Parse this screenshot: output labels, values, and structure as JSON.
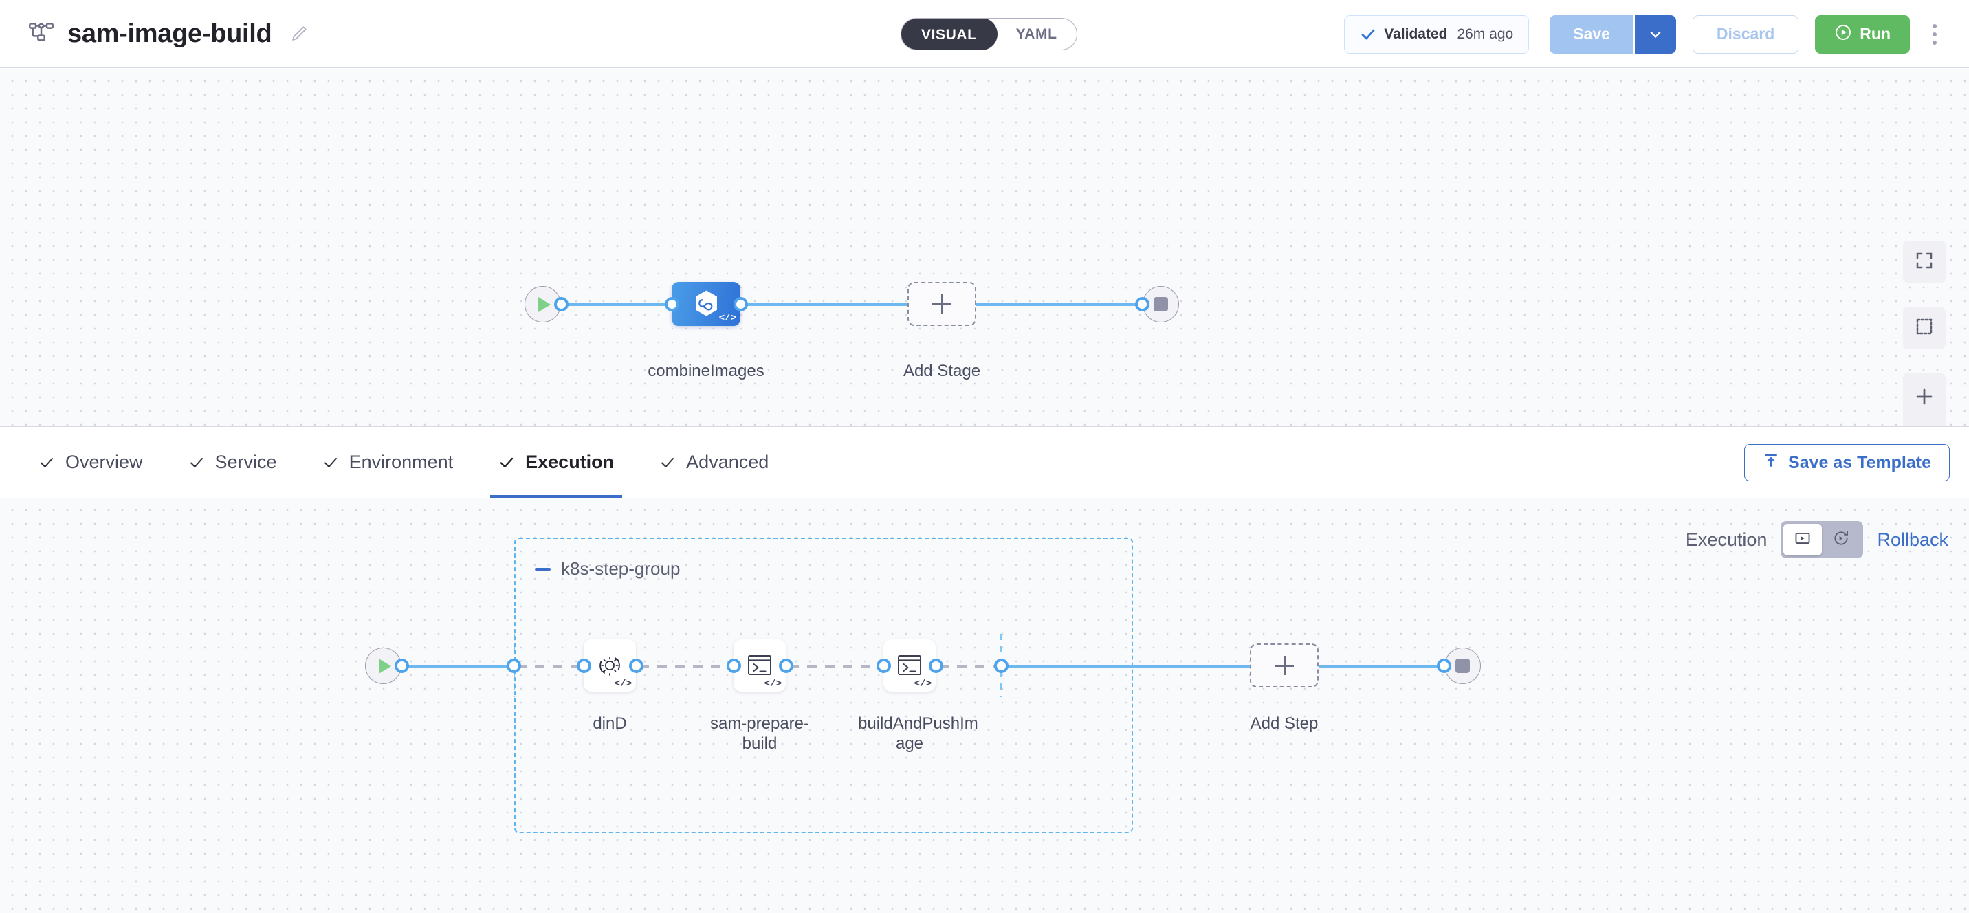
{
  "header": {
    "pipeline_icon": "pipeline-flow-icon",
    "title": "sam-image-build",
    "edit_icon": "pencil-icon",
    "mode_toggle": {
      "visual": "VISUAL",
      "yaml": "YAML",
      "selected": "VISUAL"
    },
    "validation": {
      "icon": "check-icon",
      "label": "Validated",
      "time": "26m ago"
    },
    "save_label": "Save",
    "save_caret_icon": "chevron-down-icon",
    "discard_label": "Discard",
    "run_label": "Run",
    "run_icon": "play-circle-icon",
    "more_icon": "kebab-menu-icon"
  },
  "stage_canvas": {
    "start_icon": "play-icon",
    "end_icon": "stop-icon",
    "stage": {
      "label": "combineImages",
      "logo_icon": "harness-hexagon-logo",
      "code_badge": "</>"
    },
    "add_stage": {
      "label": "Add Stage",
      "icon": "plus-icon"
    },
    "controls": [
      {
        "name": "fit-to-screen",
        "icon": "fullscreen-icon"
      },
      {
        "name": "selection-box",
        "icon": "marquee-select-icon"
      },
      {
        "name": "zoom-in",
        "icon": "plus-icon"
      },
      {
        "name": "zoom-out",
        "icon": "minus-icon"
      }
    ]
  },
  "tabs": [
    {
      "label": "Overview",
      "icon": "check-icon",
      "active": false
    },
    {
      "label": "Service",
      "icon": "check-icon",
      "active": false
    },
    {
      "label": "Environment",
      "icon": "check-icon",
      "active": false
    },
    {
      "label": "Execution",
      "icon": "check-icon",
      "active": true
    },
    {
      "label": "Advanced",
      "icon": "check-icon",
      "active": false
    }
  ],
  "save_as_template": {
    "label": "Save as Template",
    "icon": "template-upload-icon"
  },
  "exec_toggle": {
    "left_label": "Execution",
    "right_label": "Rollback",
    "exec_icon": "execution-play-icon",
    "rollback_icon": "rollback-rotate-icon",
    "selected": "Execution"
  },
  "step_canvas": {
    "start_icon": "play-icon",
    "end_icon": "stop-icon",
    "step_group": {
      "title": "k8s-step-group",
      "collapse_icon": "minus-icon",
      "steps": [
        {
          "label": "dinD",
          "icon": "gear-rotate-icon",
          "code_badge": "</>"
        },
        {
          "label": "sam-prepare-\nbuild",
          "icon": "terminal-icon",
          "code_badge": "</>"
        },
        {
          "label": "buildAndPushIm\nage",
          "icon": "terminal-icon",
          "code_badge": "</>"
        }
      ]
    },
    "add_step": {
      "label": "Add Step",
      "icon": "plus-icon"
    }
  },
  "colors": {
    "accent_blue": "#3b6ec9",
    "link_blue": "#6cb8ef",
    "run_green": "#60ba62",
    "stage_blue": "#2f71d6",
    "group_border": "#5fb6ee"
  }
}
